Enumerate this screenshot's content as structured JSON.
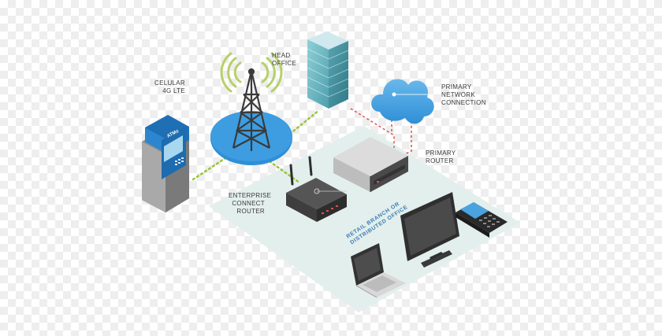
{
  "labels": {
    "cellular": [
      "CELULAR",
      "4G LTE"
    ],
    "head_office": [
      "HEAD",
      "OFFICE"
    ],
    "primary_network": [
      "PRIMARY",
      "NETWORK",
      "CONNECTION"
    ],
    "primary_router": [
      "PRIMARY",
      "ROUTER"
    ],
    "enterprise_router": [
      "ENTERPRISE",
      "CONNECT",
      "ROUTER"
    ],
    "branch": [
      "RETAIL BRANCH OR",
      "DISTRIBUTED OFFICE"
    ],
    "atm_sign": "ATMs"
  },
  "colors": {
    "floor": "#e3efed",
    "link_green": "#9cc43c",
    "link_red": "#d9534f",
    "cloud": "#4aa3df",
    "tower_base": "#2f8fd6",
    "signal": "#b6d06a",
    "building": "#6fb5c1",
    "text": "#3a3a3a",
    "branch_text": "#3d7fb3"
  },
  "icons": [
    "atm-icon",
    "cell-tower-icon",
    "office-building-icon",
    "cloud-icon",
    "primary-router-icon",
    "enterprise-router-icon",
    "monitor-icon",
    "laptop-icon",
    "card-terminal-icon"
  ]
}
